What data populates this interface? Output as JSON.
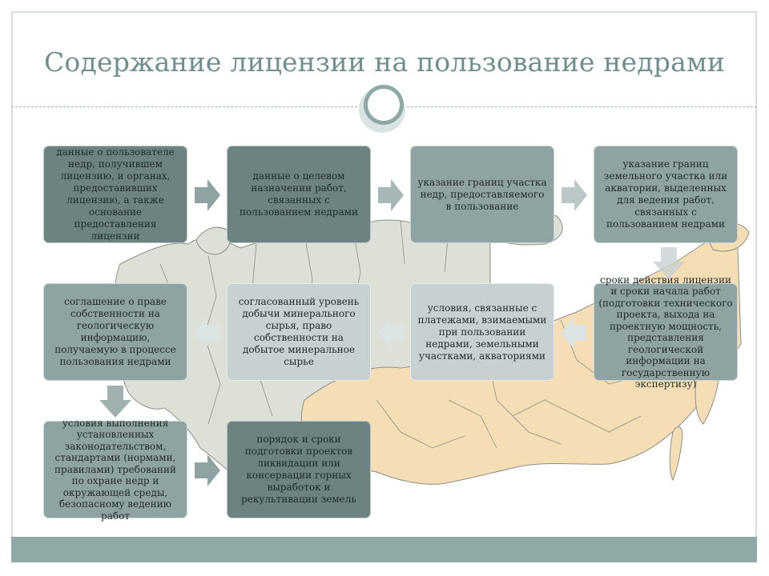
{
  "title": "Содержание лицензии на пользование недрами",
  "colors": {
    "dark_box": "#6c8381",
    "mid_box": "#8fa3a2",
    "light_box": "#c8d1d2",
    "accent": "#8fa9a6",
    "title": "#6f8f8e",
    "map_east": "#f5deb6",
    "map_west": "#dde0d7"
  },
  "boxes": [
    {
      "text": "данные о пользователе недр, получившем лицензию, и органах, предоставивших лицензию, а также основание предоставления лицензии"
    },
    {
      "text": "данные о целевом назначении работ, связанных с пользованием недрами"
    },
    {
      "text": "указание границ участка недр, предоставляемого в пользование"
    },
    {
      "text": "указание границ земельного участка или акватории, выделенных для ведения работ, связанных с пользованием недрами"
    },
    {
      "text": "соглашение о праве собственности на геологическую информацию, получаемую в процессе пользования недрами"
    },
    {
      "text": "согласованный уровень добычи минерального сырья, право собственности на добытое минеральное сырье"
    },
    {
      "text": "условия, связанные с платежами, взимаемыми при пользовании недрами, земельными участками, акваториями"
    },
    {
      "text": "сроки действия лицензии и сроки начала работ (подготовки технического проекта, выхода на проектную мощность, представления геологической информации на государственную экспертизу)"
    },
    {
      "text": "условия выполнения установленных законодательством, стандартами (нормами, правилами) требований по охране недр и окружающей среды, безопасному ведению работ"
    },
    {
      "text": "порядок и сроки подготовки проектов ликвидации или консервации горных выработок и рекультивации земель"
    }
  ]
}
